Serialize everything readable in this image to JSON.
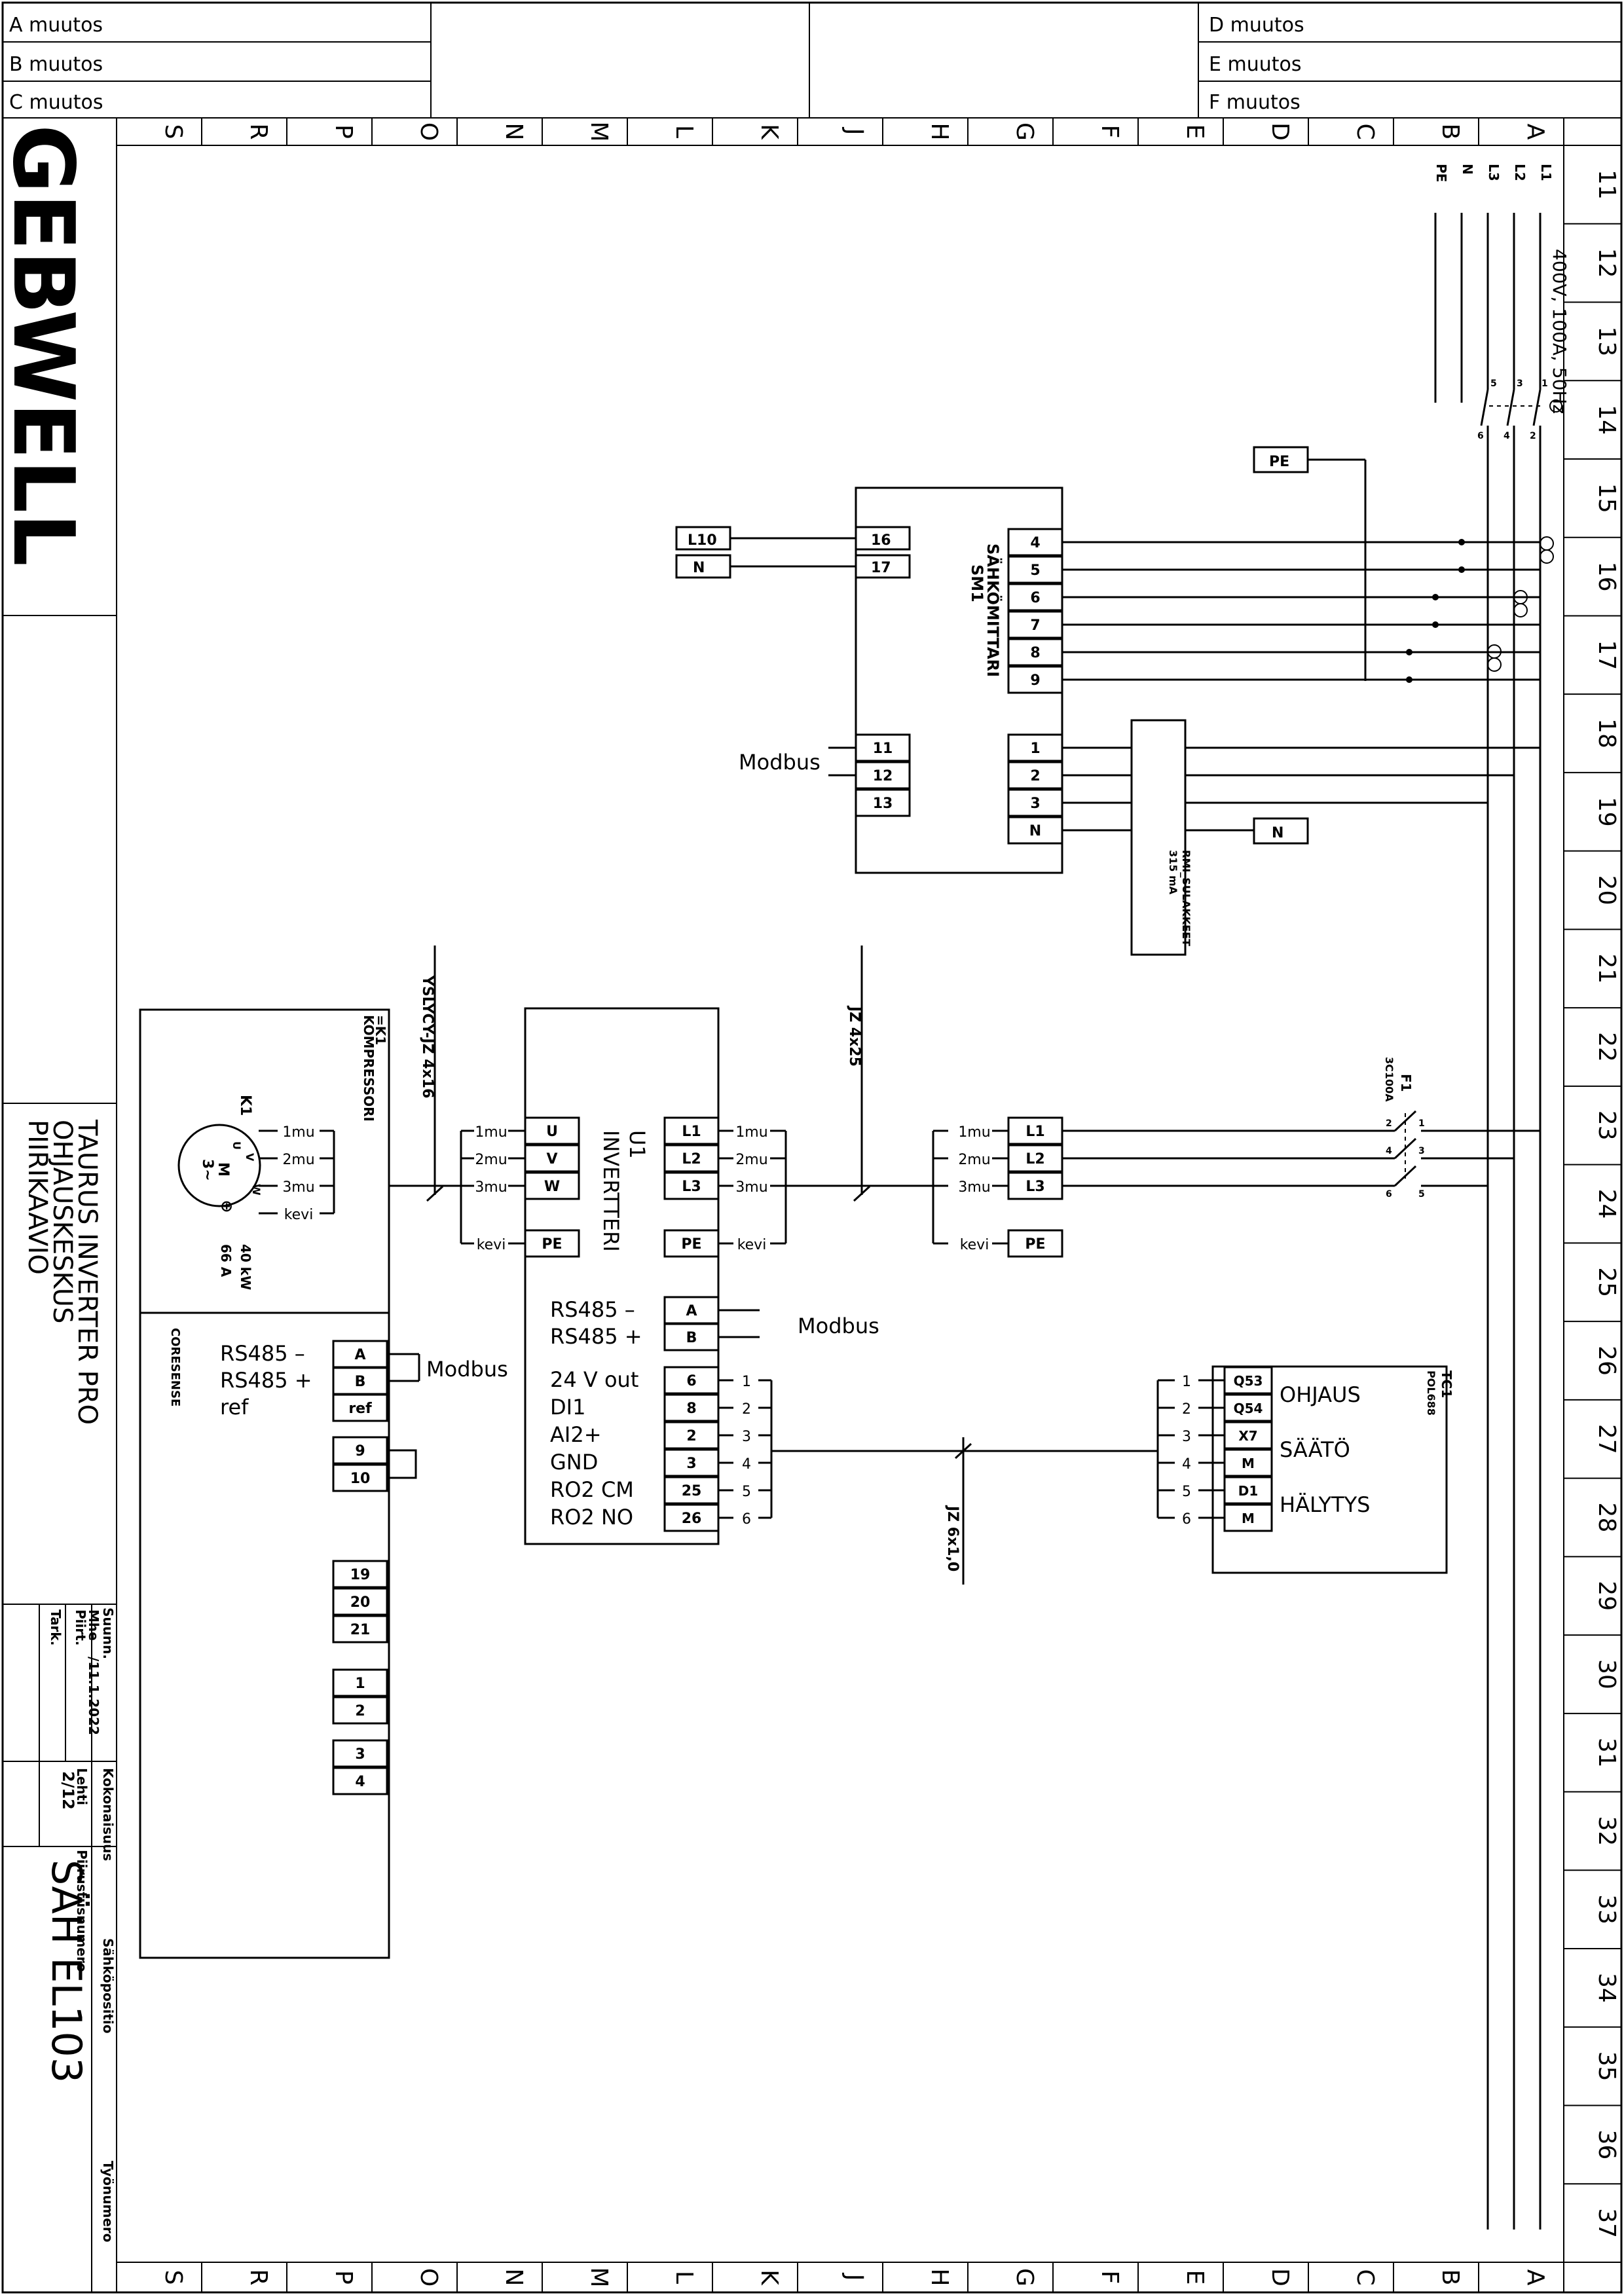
{
  "header": {
    "left_revisions": [
      "A muutos",
      "B muutos",
      "C muutos"
    ],
    "right_revisions": [
      "D muutos",
      "E muutos",
      "F muutos"
    ]
  },
  "columns": [
    "S",
    "R",
    "P",
    "O",
    "N",
    "M",
    "L",
    "K",
    "J",
    "H",
    "G",
    "F",
    "E",
    "D",
    "C",
    "B",
    "A"
  ],
  "rows": [
    "11",
    "12",
    "13",
    "14",
    "15",
    "16",
    "17",
    "18",
    "19",
    "20",
    "21",
    "22",
    "23",
    "24",
    "25",
    "26",
    "27",
    "28",
    "29",
    "30",
    "31",
    "32",
    "33",
    "34",
    "35",
    "36",
    "37"
  ],
  "title_block": {
    "logo": "GEBWELL",
    "title_lines": [
      "TAURUS INVERTER PRO",
      "OHJAUSKESKUS",
      "PIIRIKAAVIO"
    ],
    "suunn_label": "Suunn.",
    "suunn_name": "Mhe",
    "piirt_label": "Piirt.",
    "date": "/11.1.2022",
    "tark_label": "Tark.",
    "kokonaisuus_label": "Kokonaisuus",
    "lehti_label": "Lehti",
    "lehti_value": "2/12",
    "piirustusnumero_label": "Piirustusnumero",
    "piirustusnumero": "SÄH EL103",
    "sahkopositio_label": "Sähköpositio",
    "tyonumero_label": "Työnumero"
  },
  "supply": {
    "lines": [
      "L1",
      "L2",
      "L3",
      "N",
      "PE"
    ],
    "rating": "400V, 100A, 50Hz",
    "switch_terminals": [
      "1",
      "2",
      "3",
      "4",
      "5",
      "6"
    ]
  },
  "energy_meter": {
    "label_lines": [
      "SÄHKÖMITTARI",
      "SM1"
    ],
    "left_terminals": [
      "16",
      "17"
    ],
    "left_sources": [
      "L10",
      "N"
    ],
    "right_terminals": [
      "4",
      "5",
      "6",
      "7",
      "8",
      "9"
    ],
    "pe_label": "PE",
    "modbus_label": "Modbus",
    "modbus_terminals": [
      "11",
      "12",
      "13"
    ],
    "supply_terminals": [
      "1",
      "2",
      "3",
      "N"
    ],
    "fuse_label_lines": [
      "RMI_SULAKKEET",
      "315 mA"
    ],
    "n_label": "N"
  },
  "inverter": {
    "label_lines": [
      "U1",
      "INVERTTERI"
    ],
    "motor_terminals": [
      "U",
      "V",
      "W",
      "PE"
    ],
    "line_terminals": [
      "L1",
      "L2",
      "L3",
      "PE"
    ],
    "modbus_terms": [
      {
        "label": "RS485 –",
        "term": "A"
      },
      {
        "label": "RS485 +",
        "term": "B"
      }
    ],
    "modbus_label": "Modbus",
    "io": [
      {
        "label": "24 V out",
        "term": "6",
        "wire": "1"
      },
      {
        "label": "DI1",
        "term": "8",
        "wire": "2"
      },
      {
        "label": "AI2+",
        "term": "2",
        "wire": "3"
      },
      {
        "label": "GND",
        "term": "3",
        "wire": "4"
      },
      {
        "label": "RO2  CM",
        "term": "25",
        "wire": "5"
      },
      {
        "label": "RO2  NO",
        "term": "26",
        "wire": "6"
      }
    ]
  },
  "cables": {
    "motor": "YSLYCY-JZ 4x16",
    "supply": "JZ 4x25",
    "control": "JZ 6x1,0"
  },
  "wire_marks": {
    "phases": [
      "1mu",
      "2mu",
      "3mu"
    ],
    "pe": "kevi"
  },
  "compressor": {
    "label_lines": [
      "=K1",
      "KOMPRESSORI"
    ],
    "motor_id": "K1",
    "motor_text_lines": [
      "M",
      "3~"
    ],
    "power": "40 kW",
    "current": "66 A",
    "pins": [
      "U",
      "V",
      "W"
    ]
  },
  "coresense": {
    "label": "CORESENSE",
    "modbus_rows": [
      {
        "label": "RS485 –",
        "term": "A"
      },
      {
        "label": "RS485 +",
        "term": "B"
      },
      {
        "label": "ref",
        "term": "ref"
      }
    ],
    "modbus_label": "Modbus",
    "terminal_groups": [
      [
        "9",
        "10"
      ],
      [
        "19",
        "20",
        "21"
      ],
      [
        "1",
        "2"
      ],
      [
        "3",
        "4"
      ]
    ]
  },
  "fuse_f1": {
    "label_lines": [
      "F1",
      "3C100A"
    ],
    "terminals": [
      "1",
      "2",
      "3",
      "4",
      "5",
      "6"
    ]
  },
  "controller": {
    "label_lines": [
      "TC1",
      "POL688"
    ],
    "wires": [
      "1",
      "2",
      "3",
      "4",
      "5",
      "6"
    ],
    "terminals": [
      "Q53",
      "Q54",
      "X7",
      "M",
      "D1",
      "M"
    ],
    "functions": [
      "OHJAUS",
      "SÄÄTÖ",
      "HÄLYTYS"
    ]
  }
}
